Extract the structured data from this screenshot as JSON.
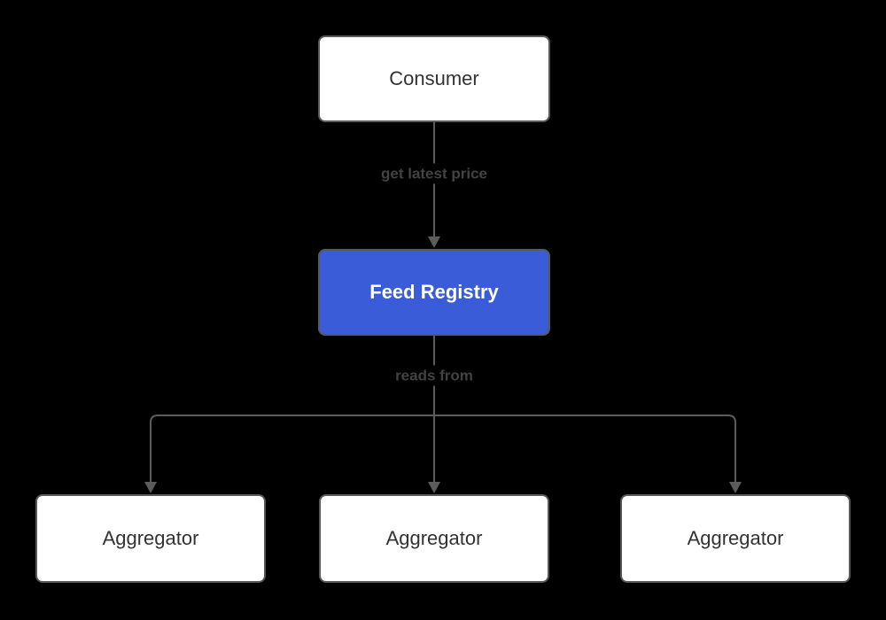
{
  "diagram": {
    "type": "flowchart-top-down",
    "nodes": [
      {
        "id": "consumer",
        "label": "Consumer",
        "style": "default"
      },
      {
        "id": "feed-registry",
        "label": "Feed Registry",
        "style": "accent"
      },
      {
        "id": "aggregator-1",
        "label": "Aggregator",
        "style": "default"
      },
      {
        "id": "aggregator-2",
        "label": "Aggregator",
        "style": "default"
      },
      {
        "id": "aggregator-3",
        "label": "Aggregator",
        "style": "default"
      }
    ],
    "edges": [
      {
        "from": "consumer",
        "to": "feed-registry",
        "label": "get latest price"
      },
      {
        "from": "feed-registry",
        "to": "aggregator-1",
        "label": "reads from"
      },
      {
        "from": "feed-registry",
        "to": "aggregator-2",
        "label": ""
      },
      {
        "from": "feed-registry",
        "to": "aggregator-3",
        "label": ""
      }
    ]
  },
  "colors": {
    "background": "#000000",
    "node_fill": "#ffffff",
    "node_border": "#58595b",
    "node_text": "#333333",
    "accent_fill": "#3b5cd8",
    "accent_text": "#ffffff",
    "edge": "#5c5c5c",
    "edge_label": "#424242"
  }
}
